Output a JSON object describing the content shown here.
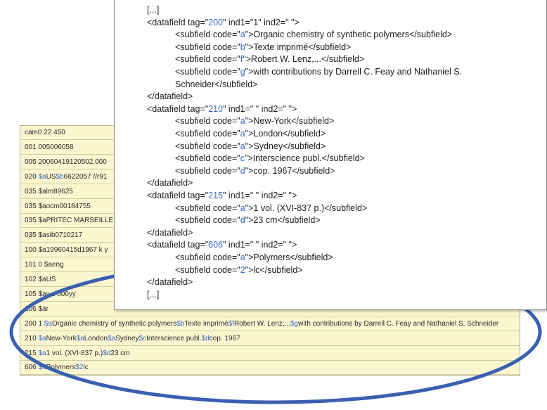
{
  "marc": {
    "rows": [
      [
        {
          "t": "cam0 22 450",
          "c": false
        }
      ],
      [
        {
          "t": "001 005006058",
          "c": false
        }
      ],
      [
        {
          "t": "005 20060419120502.000",
          "c": false
        }
      ],
      [
        {
          "t": "020 ",
          "c": false
        },
        {
          "t": "$a",
          "c": true
        },
        {
          "t": "US",
          "c": false
        },
        {
          "t": "$b",
          "c": true
        },
        {
          "t": "6622057 //r91",
          "c": false
        }
      ],
      [
        {
          "t": "035 ",
          "c": false
        },
        {
          "t": "$a",
          "c": false
        },
        {
          "t": "lm89625",
          "c": false
        }
      ],
      [
        {
          "t": "035 ",
          "c": false
        },
        {
          "t": "$a",
          "c": false
        },
        {
          "t": "ocm00184755",
          "c": false
        }
      ],
      [
        {
          "t": "035 ",
          "c": false
        },
        {
          "t": "$a",
          "c": false
        },
        {
          "t": "PRITEC MARSEILLE",
          "c": false
        }
      ],
      [
        {
          "t": "035 ",
          "c": false
        },
        {
          "t": "$a",
          "c": false
        },
        {
          "t": "sib0710217",
          "c": false
        }
      ],
      [
        {
          "t": "100 ",
          "c": false
        },
        {
          "t": "$a",
          "c": false
        },
        {
          "t": "19960415d1967 k y",
          "c": false
        }
      ],
      [
        {
          "t": "101 0 ",
          "c": false
        },
        {
          "t": "$a",
          "c": false
        },
        {
          "t": "eng",
          "c": false
        }
      ],
      [
        {
          "t": "102 ",
          "c": false
        },
        {
          "t": "$a",
          "c": false
        },
        {
          "t": "US",
          "c": false
        }
      ],
      [
        {
          "t": "105 ",
          "c": false
        },
        {
          "t": "$a",
          "c": false
        },
        {
          "t": "y z 000yy",
          "c": false
        }
      ],
      [
        {
          "t": "106 ",
          "c": false
        },
        {
          "t": "$a",
          "c": false
        },
        {
          "t": "r",
          "c": false
        }
      ],
      [
        {
          "t": "200 1 ",
          "c": false
        },
        {
          "t": "$a",
          "c": true
        },
        {
          "t": "Organic chemistry of synthetic polymers",
          "c": false
        },
        {
          "t": "$b",
          "c": true
        },
        {
          "t": "Texte imprimé",
          "c": false
        },
        {
          "t": "$f",
          "c": true
        },
        {
          "t": "Robert W. Lenz,...",
          "c": false
        },
        {
          "t": "$g",
          "c": true
        },
        {
          "t": "with contributions by Darrell C. Feay and Nathaniel S. Schneider",
          "c": false
        }
      ],
      [
        {
          "t": "210 ",
          "c": false
        },
        {
          "t": "$a",
          "c": true
        },
        {
          "t": "New-York",
          "c": false
        },
        {
          "t": "$a",
          "c": true
        },
        {
          "t": "London",
          "c": false
        },
        {
          "t": "$a",
          "c": true
        },
        {
          "t": "Sydney",
          "c": false
        },
        {
          "t": "$c",
          "c": true
        },
        {
          "t": "Interscience publ.",
          "c": false
        },
        {
          "t": "$d",
          "c": true
        },
        {
          "t": "cop. 1967",
          "c": false
        }
      ],
      [
        {
          "t": "215 ",
          "c": false
        },
        {
          "t": "$a",
          "c": true
        },
        {
          "t": "1 vol. (XVI-837 p.)",
          "c": false
        },
        {
          "t": "$d",
          "c": true
        },
        {
          "t": "23 cm",
          "c": false
        }
      ],
      [
        {
          "t": "606 ",
          "c": false
        },
        {
          "t": "$a",
          "c": true
        },
        {
          "t": "Polymers",
          "c": false
        },
        {
          "t": "$2",
          "c": true
        },
        {
          "t": "lc",
          "c": false
        }
      ]
    ]
  },
  "xml": {
    "lines": [
      {
        "lvl": 0,
        "parts": [
          {
            "t": "[...]",
            "b": false
          }
        ]
      },
      {
        "lvl": 0,
        "parts": [
          {
            "t": "<datafield tag=\"",
            "b": false
          },
          {
            "t": "200",
            "b": true
          },
          {
            "t": "\" ind1=\"1\" ind2=\" \">",
            "b": false
          }
        ]
      },
      {
        "lvl": 1,
        "parts": [
          {
            "t": "<subfield code=\"",
            "b": false
          },
          {
            "t": "a",
            "b": true
          },
          {
            "t": "\">Organic chemistry of synthetic polymers</subfield>",
            "b": false
          }
        ]
      },
      {
        "lvl": 1,
        "parts": [
          {
            "t": "<subfield code=\"",
            "b": false
          },
          {
            "t": "b",
            "b": true
          },
          {
            "t": "\">Texte imprimé</subfield>",
            "b": false
          }
        ]
      },
      {
        "lvl": 1,
        "parts": [
          {
            "t": "<subfield code=\"",
            "b": false
          },
          {
            "t": "f",
            "b": true
          },
          {
            "t": "\">Robert W. Lenz,...</subfield>",
            "b": false
          }
        ]
      },
      {
        "lvl": 1,
        "parts": [
          {
            "t": "<subfield code=\"",
            "b": false
          },
          {
            "t": "g",
            "b": true
          },
          {
            "t": "\">with contributions by Darrell C. Feay and Nathaniel S.",
            "b": false
          }
        ]
      },
      {
        "lvl": 1,
        "parts": [
          {
            "t": "Schneider</subfield>",
            "b": false
          }
        ]
      },
      {
        "lvl": 0,
        "parts": [
          {
            "t": "</datafield>",
            "b": false
          }
        ]
      },
      {
        "lvl": 0,
        "parts": [
          {
            "t": "<datafield tag=\"",
            "b": false
          },
          {
            "t": "210",
            "b": true
          },
          {
            "t": "\" ind1=\" \" ind2=\" \">",
            "b": false
          }
        ]
      },
      {
        "lvl": 1,
        "parts": [
          {
            "t": "<subfield code=\"",
            "b": false
          },
          {
            "t": "a",
            "b": true
          },
          {
            "t": "\">New-York</subfield>",
            "b": false
          }
        ]
      },
      {
        "lvl": 1,
        "parts": [
          {
            "t": "<subfield code=\"",
            "b": false
          },
          {
            "t": "a",
            "b": true
          },
          {
            "t": "\">London</subfield>",
            "b": false
          }
        ]
      },
      {
        "lvl": 1,
        "parts": [
          {
            "t": "<subfield code=\"",
            "b": false
          },
          {
            "t": "a",
            "b": true
          },
          {
            "t": "\">Sydney</subfield>",
            "b": false
          }
        ]
      },
      {
        "lvl": 1,
        "parts": [
          {
            "t": "<subfield code=\"",
            "b": false
          },
          {
            "t": "c",
            "b": true
          },
          {
            "t": "\">Interscience publ.</subfield>",
            "b": false
          }
        ]
      },
      {
        "lvl": 1,
        "parts": [
          {
            "t": "<subfield code=\"",
            "b": false
          },
          {
            "t": "d",
            "b": true
          },
          {
            "t": "\">cop. 1967</subfield>",
            "b": false
          }
        ]
      },
      {
        "lvl": 0,
        "parts": [
          {
            "t": "</datafield>",
            "b": false
          }
        ]
      },
      {
        "lvl": 0,
        "parts": [
          {
            "t": "<datafield tag=\"",
            "b": false
          },
          {
            "t": "215",
            "b": true
          },
          {
            "t": "\" ind1=\" \" ind2=\" \">",
            "b": false
          }
        ]
      },
      {
        "lvl": 1,
        "parts": [
          {
            "t": "<subfield code=\"",
            "b": false
          },
          {
            "t": "a",
            "b": true
          },
          {
            "t": "\">1 vol. (XVI-837 p.)</subfield>",
            "b": false
          }
        ]
      },
      {
        "lvl": 1,
        "parts": [
          {
            "t": "<subfield code=\"",
            "b": false
          },
          {
            "t": "d",
            "b": true
          },
          {
            "t": "\">23 cm</subfield>",
            "b": false
          }
        ]
      },
      {
        "lvl": 0,
        "parts": [
          {
            "t": "</datafield>",
            "b": false
          }
        ]
      },
      {
        "lvl": 0,
        "parts": [
          {
            "t": "<datafield tag=\"",
            "b": false
          },
          {
            "t": "606",
            "b": true
          },
          {
            "t": "\" ind1=\" \" ind2=\" \">",
            "b": false
          }
        ]
      },
      {
        "lvl": 1,
        "parts": [
          {
            "t": "<subfield code=\"",
            "b": false
          },
          {
            "t": "a",
            "b": true
          },
          {
            "t": "\">Polymers</subfield>",
            "b": false
          }
        ]
      },
      {
        "lvl": 1,
        "parts": [
          {
            "t": "<subfield code=\"",
            "b": false
          },
          {
            "t": "2",
            "b": true
          },
          {
            "t": "\">lc</subfield>",
            "b": false
          }
        ]
      },
      {
        "lvl": 0,
        "parts": [
          {
            "t": "</datafield>",
            "b": false
          }
        ]
      },
      {
        "lvl": 0,
        "parts": [
          {
            "t": "[...]",
            "b": false
          }
        ]
      }
    ]
  },
  "colors": {
    "code_blue": "#3a6cc8",
    "ellipse_blue": "#3a5fb0",
    "marc_bg": "#fbf6cf"
  }
}
